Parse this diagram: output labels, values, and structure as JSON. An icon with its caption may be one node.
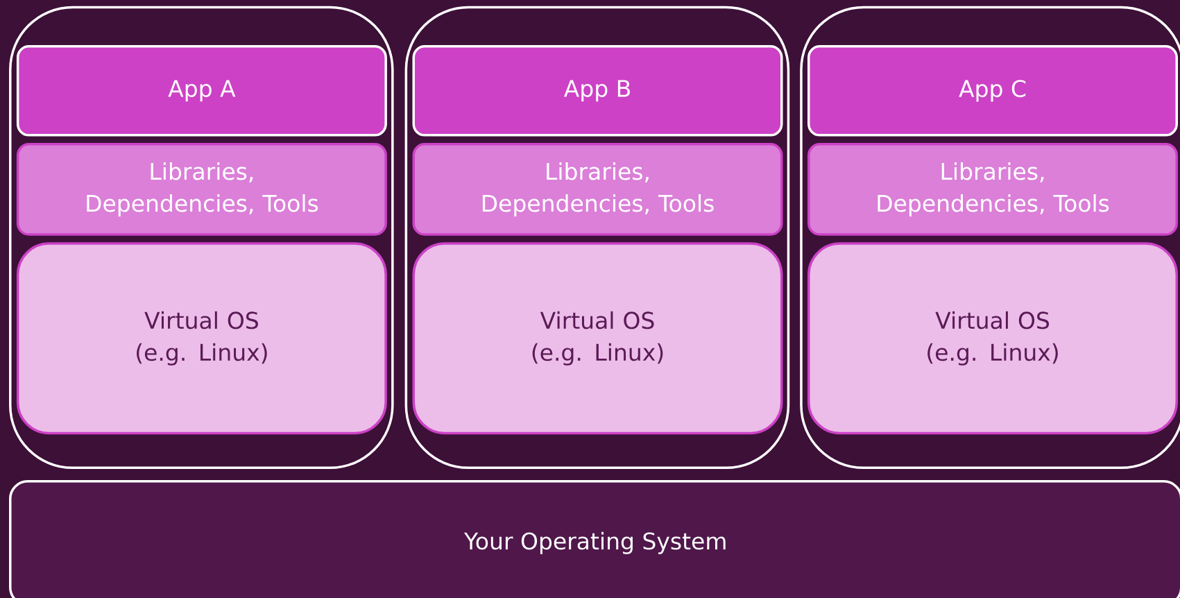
{
  "diagram": {
    "nodes": [
      {
        "text": [],
        "shape": "box"
      },
      {
        "text": [
          "App A"
        ],
        "in": 0
      },
      {
        "text": [
          "Libraries, Dependencies, Tools"
        ],
        "in": 0
      },
      {
        "text": [
          "Virtual OS (e.g. Linux)"
        ],
        "in": 0
      },
      {
        "text": [],
        "shape": "box"
      },
      {
        "text": [
          "App B"
        ],
        "in": 4
      },
      {
        "text": [
          "Libraries, Dependencies, Tools"
        ],
        "in": 4
      },
      {
        "text": [
          "Virtual OS (e.g. Linux)"
        ],
        "in": 4
      },
      {
        "text": [],
        "shape": "box"
      },
      {
        "text": [
          "App C"
        ],
        "in": 8
      },
      {
        "text": [
          "Libraries, Dependencies, Tools"
        ],
        "in": 8
      },
      {
        "text": [
          "Virtual OS (e.g. Linux)"
        ],
        "in": 8
      },
      {
        "text": [
          "Your Operating System"
        ]
      }
    ]
  }
}
